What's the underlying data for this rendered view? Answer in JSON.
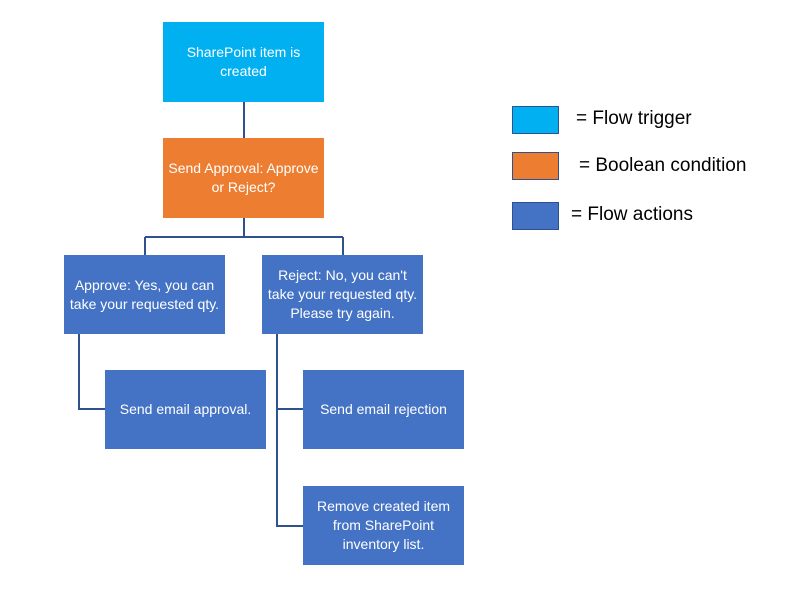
{
  "nodes": {
    "trigger": "SharePoint item is created",
    "condition": "Send Approval: Approve or Reject?",
    "approve": "Approve: Yes, you can take your requested qty.",
    "reject": "Reject: No, you can't take your requested qty. Please try again.",
    "send_approval_email": "Send email approval.",
    "send_rejection_email": "Send email rejection",
    "remove_item": "Remove created item from SharePoint inventory list."
  },
  "legend": [
    {
      "label": "= Flow trigger",
      "color": "#00b0f0"
    },
    {
      "label": "= Boolean condition",
      "color": "#ed7d31"
    },
    {
      "label": "= Flow actions",
      "color": "#4472c4"
    }
  ],
  "colors": {
    "connector": "#2f528f"
  }
}
